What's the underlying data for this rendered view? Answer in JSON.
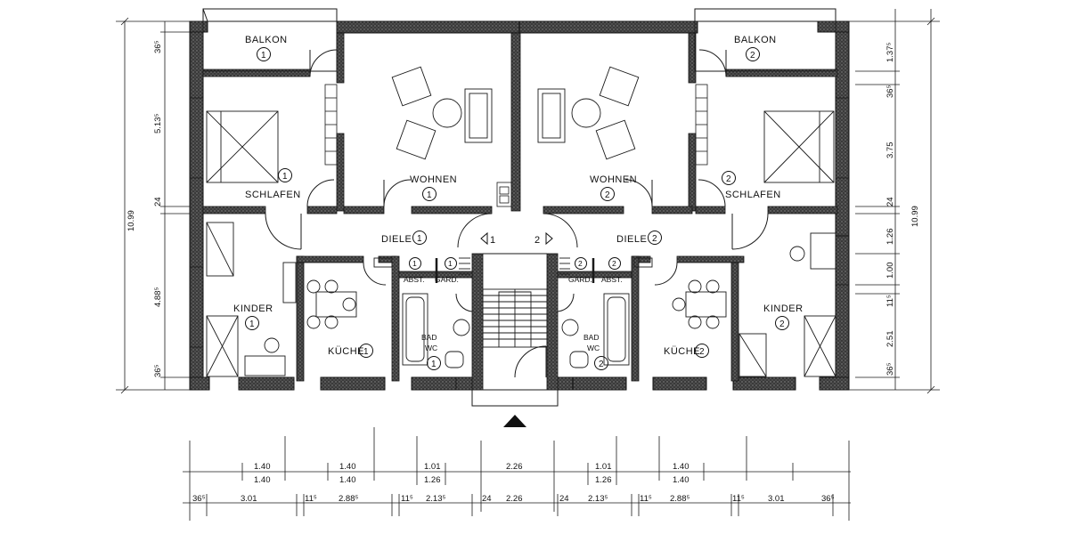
{
  "rooms": {
    "balkon_1": "BALKON",
    "balkon_2": "BALKON",
    "wohnen_1": "WOHNEN",
    "wohnen_2": "WOHNEN",
    "schlafen_1": "SCHLAFEN",
    "schlafen_2": "SCHLAFEN",
    "diele_1": "DIELE",
    "diele_2": "DIELE",
    "kinder_1": "KINDER",
    "kinder_2": "KINDER",
    "kueche_1": "KÜCHE",
    "kueche_2": "KÜCHE",
    "bad_1": "BAD",
    "wc_1": "WC",
    "bad_2": "BAD",
    "wc_2": "WC",
    "abst_1": "ABST.",
    "gard_1": "GARD.",
    "abst_2": "ABST.",
    "gard_2": "GARD."
  },
  "unit_numbers": {
    "one": "1",
    "two": "2"
  },
  "stair_labels": {
    "left": "1",
    "right": "2"
  },
  "left_dimensions": {
    "total": "10.99",
    "segments": [
      "36⁵",
      "5.13⁵",
      "24",
      "4.88⁵",
      "36⁵"
    ]
  },
  "right_dimensions": {
    "total": "10.99",
    "segments": [
      "1.37⁵",
      "36⁵",
      "3.75",
      "24",
      "1.26",
      "1.00",
      "11⁵",
      "2.51",
      "36⁵"
    ]
  },
  "bottom_dimensions": {
    "row1": [
      "1.40",
      "1.40",
      "1.01",
      "2.26",
      "1.01",
      "1.40"
    ],
    "row2": [
      "1.40",
      "1.40",
      "1.26",
      "1.26",
      "1.40"
    ],
    "row3": [
      "36⁵",
      "3.01",
      "11⁵",
      "2.88⁵",
      "11⁵",
      "2.13⁵",
      "24",
      "2.26",
      "24",
      "2.13⁵",
      "11⁵",
      "2.88⁵",
      "11⁵",
      "3.01",
      "36⁵"
    ]
  },
  "colors": {
    "wall_fill": "#4a4a4a",
    "line": "#1a1a1a",
    "paper": "#ffffff"
  }
}
